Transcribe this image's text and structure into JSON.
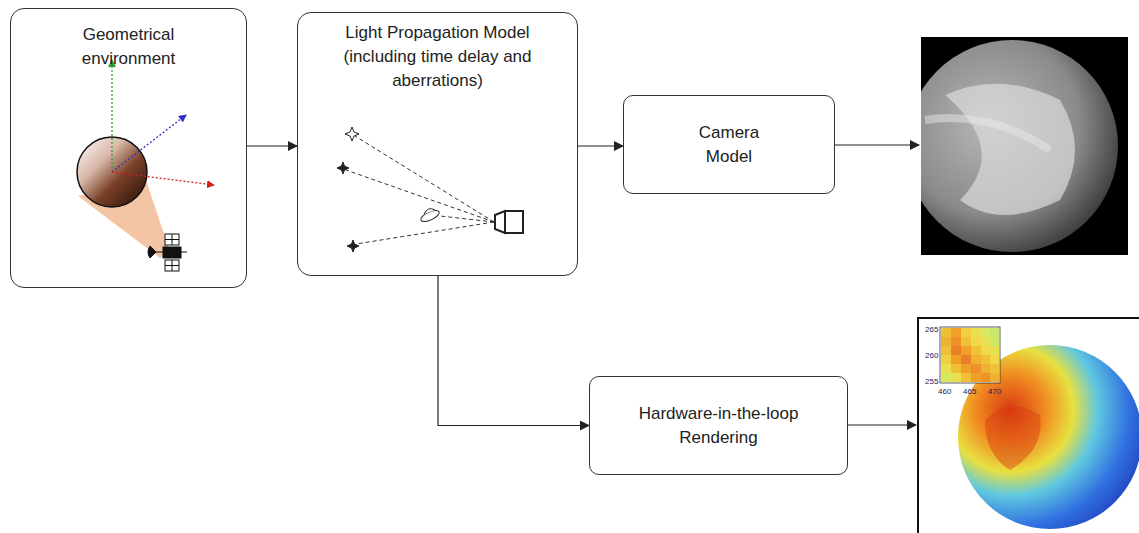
{
  "diagram": {
    "nodes": [
      {
        "text": [
          "Geometrical environment"
        ]
      },
      {
        "text": [
          "Light Propagation Model (including time delay and aberrations)"
        ]
      },
      {
        "text": [
          "Camera Model"
        ]
      },
      {
        "text": [
          "Hardware-in-the-loop Rendering"
        ]
      }
    ],
    "edges": [
      {
        "from": 0,
        "to": 1,
        "arrow": "to"
      },
      {
        "from": 1,
        "to": 2,
        "arrow": "to"
      },
      {
        "from": 1,
        "to": 3,
        "arrow": "to"
      }
    ],
    "labels": [
      "265",
      "260",
      "255",
      "460",
      "465",
      "470"
    ]
  }
}
